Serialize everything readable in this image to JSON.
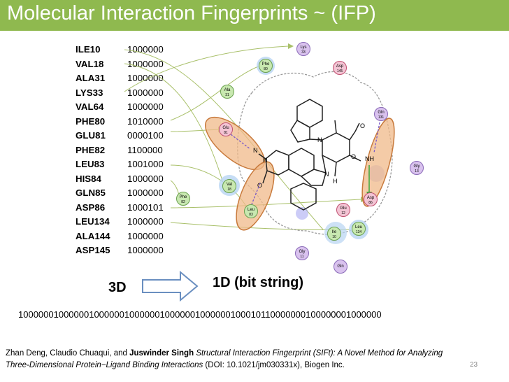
{
  "title": "Molecular Interaction Fingerprints ~ (IFP)",
  "residues": [
    {
      "name": "ILE10",
      "bits": "1000000"
    },
    {
      "name": "VAL18",
      "bits": "1000000"
    },
    {
      "name": "ALA31",
      "bits": "1000000"
    },
    {
      "name": "LYS33",
      "bits": "1000000"
    },
    {
      "name": "VAL64",
      "bits": "1000000"
    },
    {
      "name": "PHE80",
      "bits": "1010000"
    },
    {
      "name": "GLU81",
      "bits": "0000100"
    },
    {
      "name": "PHE82",
      "bits": "1100000"
    },
    {
      "name": "LEU83",
      "bits": "1001000"
    },
    {
      "name": "HIS84",
      "bits": "1000000"
    },
    {
      "name": "GLN85",
      "bits": "1000000"
    },
    {
      "name": "ASP86",
      "bits": "1000101"
    },
    {
      "name": "LEU134",
      "bits": "1000000"
    },
    {
      "name": "ALA144",
      "bits": "1000000"
    },
    {
      "name": "ASP145",
      "bits": "1000000"
    }
  ],
  "diagram": {
    "nodes": {
      "lys": {
        "l1": "Lys",
        "l2": "33"
      },
      "phe80": {
        "l1": "Phe",
        "l2": "80"
      },
      "asp145": {
        "l1": "Asp",
        "l2": "145"
      },
      "ala31": {
        "l1": "Ala",
        "l2": "31"
      },
      "glu81": {
        "l1": "Glu",
        "l2": "81"
      },
      "gln131": {
        "l1": "Gln",
        "l2": "131"
      },
      "gly13": {
        "l1": "Gly",
        "l2": "13"
      },
      "val18": {
        "l1": "Val",
        "l2": "18"
      },
      "phe82": {
        "l1": "Phe",
        "l2": "82"
      },
      "leu83": {
        "l1": "Leu",
        "l2": "83"
      },
      "asp86": {
        "l1": "Asp",
        "l2": "86"
      },
      "glu12": {
        "l1": "Glu",
        "l2": "12"
      },
      "ile10": {
        "l1": "Ile",
        "l2": "10"
      },
      "leu134": {
        "l1": "Leu",
        "l2": "134"
      },
      "gly11": {
        "l1": "Gly",
        "l2": "11"
      },
      "gln": {
        "l1": "Gln",
        "l2": ""
      }
    },
    "atoms": {
      "n1": "N",
      "n2": "N",
      "n3": "N",
      "n4": "N",
      "o1": "O",
      "o2": "O",
      "o3": "O",
      "h1": "H",
      "h2": "H",
      "nh": "NH"
    }
  },
  "label_3d": "3D",
  "label_1d": "1D (bit string)",
  "bit_string": "100000010000001000000100000010000001000000100010110000000100000001000000",
  "citation": {
    "authors": "Zhan Deng, Claudio Chuaqui, and ",
    "author_bold": "Juswinder Singh",
    "title_line1": "Structural Interaction Fingerprint (SIFt): A Novel Method for Analyzing",
    "title_line2": "Three-Dimensional Protein−Ligand Binding Interactions",
    "tail": " (DOI: 10.1021/jm030331x), Biogen Inc."
  },
  "page_number": "23",
  "colors": {
    "title_bg": "#8fb94f",
    "orange_fill": "#f0b98a",
    "orange_stroke": "#c87a3c",
    "green_node": "#c8e8b0",
    "pink_node": "#f3c4d4",
    "purple_node": "#d9c2ee",
    "connector": "#a9c06a"
  }
}
